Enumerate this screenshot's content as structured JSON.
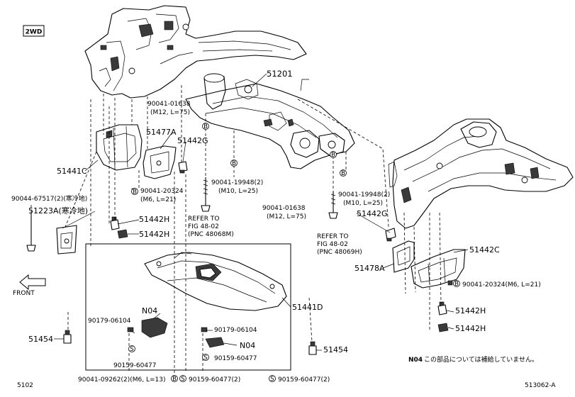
{
  "badge": "2WD",
  "footer": {
    "left": "5102",
    "right": "513062-A",
    "note_code": "N04",
    "note_text": "この部品については補給していません。"
  },
  "labels": {
    "p51201": "51201",
    "p90041_01638_top": "90041-01638",
    "p90041_01638_top_sub": "(M12, L=75)",
    "p51477A": "51477A",
    "p51442G_left": "51442G",
    "p51441C": "51441C",
    "p90041_20324_left": "90041-20324",
    "p90041_20324_left_sub": "(M6, L=21)",
    "p90044_67517": "90044-67517(2)(寒冷地)",
    "p51223A": "51223A(寒冷地)",
    "p51442H_1": "51442H",
    "p51442H_2": "51442H",
    "p90041_19948_mid": "90041-19948(2)",
    "p90041_19948_mid_sub": "(M10, L=25)",
    "p90041_01638_mid": "90041-01638",
    "p90041_01638_mid_sub": "(M12, L=75)",
    "p90041_19948_right": "90041-19948(2)",
    "p90041_19948_right_sub": "(M10, L=25)",
    "refer_left_1": "REFER TO",
    "refer_left_2": "FIG 48-02",
    "refer_left_3": "(PNC 48068M)",
    "refer_right_1": "REFER TO",
    "refer_right_2": "FIG 48-02",
    "refer_right_3": "(PNC 48069H)",
    "p51442G_right": "51442G",
    "p51442C": "51442C",
    "p51478A": "51478A",
    "p90041_20324_right": "90041-20324(M6, L=21)",
    "p51441D": "51441D",
    "p51442H_3": "51442H",
    "p51442H_4": "51442H",
    "front": "FRONT",
    "p90179_06104_left": "90179-06104",
    "pN04_left": "N04",
    "p90179_06104_right": "90179-06104",
    "pN04_right": "N04",
    "p51454_left": "51454",
    "p51454_right": "51454",
    "p90159_60477_left": "90159-60477",
    "p90159_60477_right": "90159-60477",
    "p90041_09262": "90041-09262(2)(M6, L=13)",
    "p90159_60477_bot": "90159-60477(2)",
    "p90159_60477_bot2": "90159-60477(2)"
  },
  "markers": {
    "b": "B",
    "s": "S"
  }
}
